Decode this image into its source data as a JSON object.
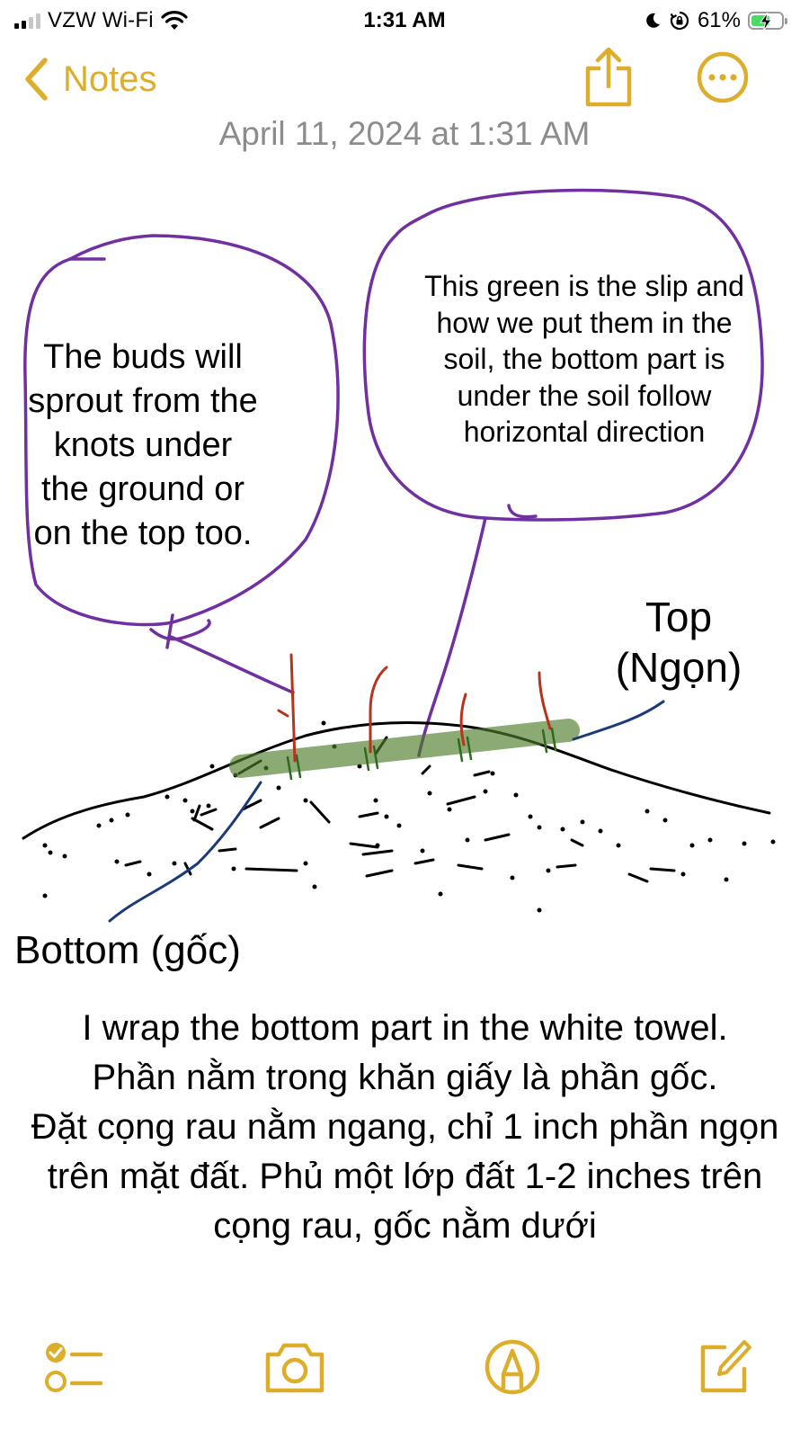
{
  "status_bar": {
    "carrier": "VZW Wi-Fi",
    "time": "1:31 AM",
    "battery_percent": "61%",
    "battery_level": 0.61,
    "icons": [
      "signal-icon",
      "wifi-icon",
      "moon-icon",
      "orientation-lock-icon",
      "battery-icon",
      "charging-bolt-icon"
    ]
  },
  "nav": {
    "back_label": "Notes",
    "icons": [
      "chevron-left-icon",
      "share-icon",
      "more-icon"
    ]
  },
  "note": {
    "date": "April 11, 2024 at 1:31 AM",
    "bubble_left_text": "The buds will sprout from the knots under the ground or on the top too.",
    "bubble_right_text": "This green is the slip and how we put them in the soil, the bottom part is under the soil follow horizontal direction",
    "label_top": "Top (Ngọn)",
    "label_bottom": "Bottom (gốc)",
    "body_lines": [
      "I wrap the bottom part in the white towel.",
      "Phần nằm trong khăn giấy là phần gốc.",
      "Đặt cọng rau nằm ngang, chỉ 1 inch phần ngọn trên mặt đất. Phủ một lớp đất 1-2 inches trên cọng rau, gốc nằm dưới"
    ]
  },
  "toolbar": {
    "icons": [
      "checklist-icon",
      "camera-icon",
      "markup-pen-icon",
      "compose-icon"
    ]
  },
  "colors": {
    "accent": "#DDAE2C",
    "date_gray": "#8C8C8C",
    "bubble_purple": "#7030A0",
    "stem_green": "#4E7D2A",
    "sprout_red": "#B8321E",
    "pointer_navy": "#1B3A78",
    "battery_green": "#4CD964"
  }
}
